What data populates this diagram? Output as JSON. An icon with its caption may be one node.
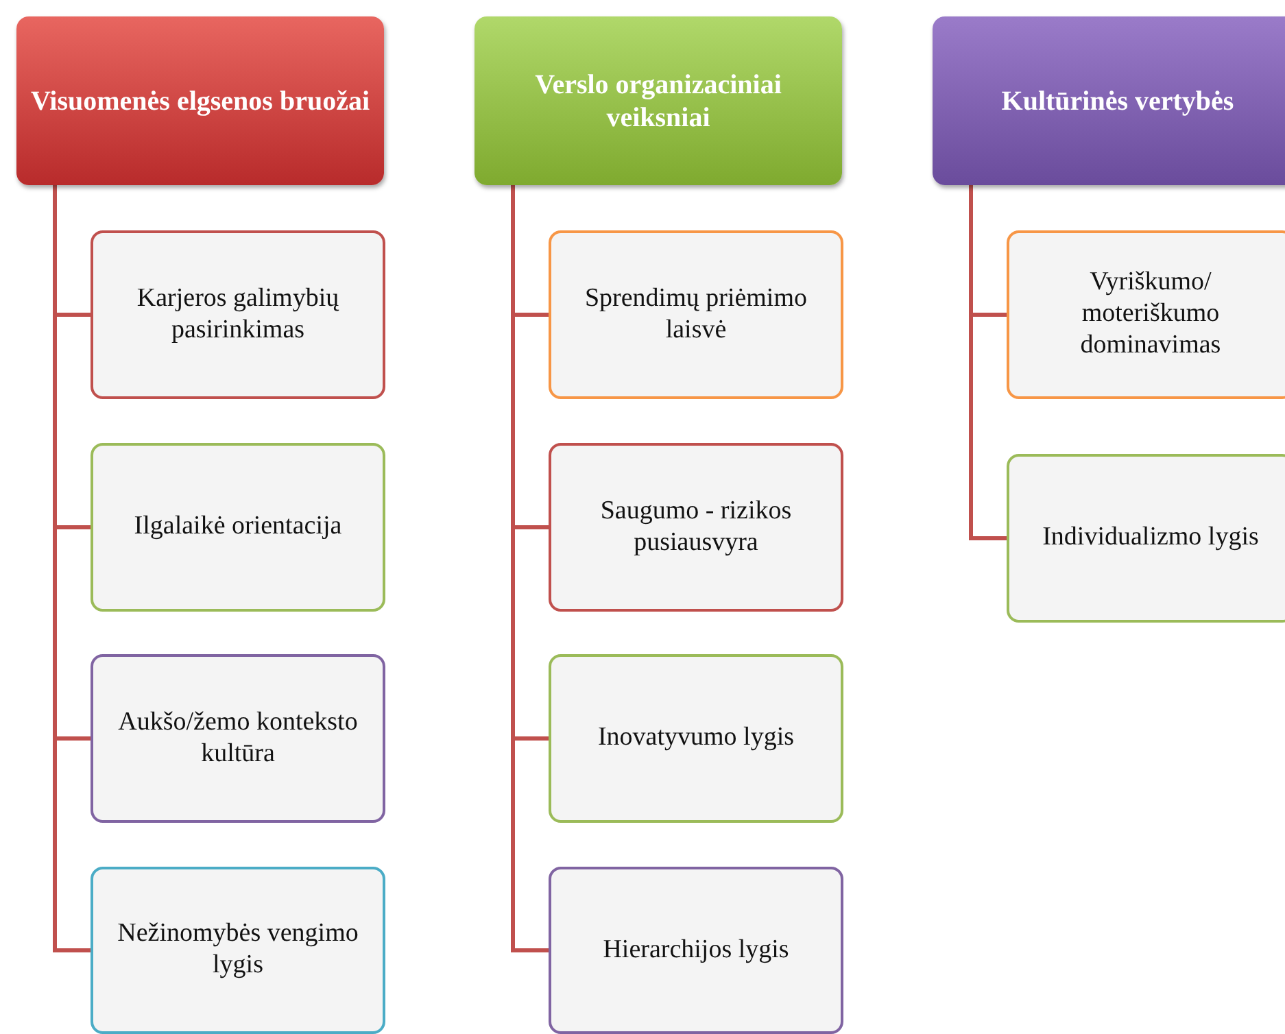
{
  "diagram": {
    "nodes": [
      {
        "text": [
          "Visuomenės elgsenos bruožai"
        ]
      },
      {
        "text": [
          "Karjeros galimybių pasirinkimas"
        ]
      },
      {
        "text": [
          "Ilgalaikė orientacija"
        ]
      },
      {
        "text": [
          "Aukšo/žemo konteksto kultūra"
        ]
      },
      {
        "text": [
          "Nežinomybės vengimo lygis"
        ]
      },
      {
        "text": [
          "Verslo organizaciniai veiksniai"
        ]
      },
      {
        "text": [
          "Sprendimų priėmimo laisvė"
        ]
      },
      {
        "text": [
          "Saugumo - rizikos pusiausvyra"
        ]
      },
      {
        "text": [
          "Inovatyvumo lygis"
        ]
      },
      {
        "text": [
          "Hierarchijos lygis"
        ]
      },
      {
        "text": [
          "Kultūrinės vertybės"
        ]
      },
      {
        "text": [
          "Vyriškumo/ moteriškumo dominavimas"
        ]
      },
      {
        "text": [
          "Individualizmo lygis"
        ]
      }
    ],
    "edges": [
      {
        "from": 0,
        "to": 1,
        "arrow": "none"
      },
      {
        "from": 0,
        "to": 2,
        "arrow": "none"
      },
      {
        "from": 0,
        "to": 3,
        "arrow": "none"
      },
      {
        "from": 0,
        "to": 4,
        "arrow": "none"
      },
      {
        "from": 5,
        "to": 6,
        "arrow": "none"
      },
      {
        "from": 5,
        "to": 7,
        "arrow": "none"
      },
      {
        "from": 5,
        "to": 8,
        "arrow": "none"
      },
      {
        "from": 5,
        "to": 9,
        "arrow": "none"
      },
      {
        "from": 10,
        "to": 11,
        "arrow": "none"
      },
      {
        "from": 10,
        "to": 12,
        "arrow": "none"
      }
    ]
  }
}
